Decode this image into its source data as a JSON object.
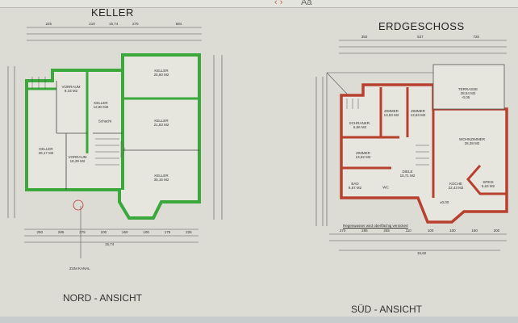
{
  "toolbar": {
    "nav": "‹ ›",
    "font_button": "Aa"
  },
  "plans": [
    {
      "title": "KELLER",
      "view_label": "NORD - ANSICHT",
      "wall_color": "#3aa83a",
      "total_width": "15,74",
      "rooms": [
        {
          "name": "KELLER",
          "area": "25,60 M2"
        },
        {
          "name": "KELLER",
          "area": "12,80 M2"
        },
        {
          "name": "VORRAUM",
          "area": "9,43 M2"
        },
        {
          "name": "KELLER",
          "area": "21,83 M2"
        },
        {
          "name": "KELLER",
          "area": "28,17 M2"
        },
        {
          "name": "VORRAUM",
          "area": "18,39 M2"
        },
        {
          "name": "KELLER",
          "area": "35,16 M2"
        },
        {
          "name": "Schacht",
          "area": ""
        }
      ],
      "note": "ZUM KANAL",
      "top_dims": [
        "225",
        "210",
        "270",
        "684"
      ],
      "bottom_dims": [
        "250",
        "285",
        "375",
        "100",
        "160",
        "100",
        "175",
        "225"
      ]
    },
    {
      "title": "ERDGESCHOSS",
      "view_label": "SÜD - ANSICHT",
      "wall_color": "#b8402e",
      "total_width": "15,60",
      "rooms": [
        {
          "name": "TERRASSE",
          "area": "28,54 M2"
        },
        {
          "name": "ZIMMER",
          "area": "13,83 M2"
        },
        {
          "name": "ZIMMER",
          "area": "13,63 M2"
        },
        {
          "name": "SCHRANKR.",
          "area": "6,86 M2"
        },
        {
          "name": "WOHNZIMMER",
          "area": "35,38 M2"
        },
        {
          "name": "ZIMMER",
          "area": "13,62 M2"
        },
        {
          "name": "DIELE",
          "area": "15,71 M2"
        },
        {
          "name": "BAD",
          "area": "8,87 M2"
        },
        {
          "name": "KÜCHE",
          "area": "22,43 M2"
        },
        {
          "name": "SPEIS",
          "area": "5,63 M2"
        },
        {
          "name": "WC",
          "area": ""
        }
      ],
      "level_terrace": "-0,05",
      "level_main": "±0,00",
      "note": "Regenwasser wird oberflächig versickert",
      "top_dims": [
        "350",
        "537",
        "728"
      ],
      "bottom_dims": [
        "270",
        "285",
        "255",
        "110",
        "100",
        "100",
        "160",
        "200"
      ]
    }
  ]
}
